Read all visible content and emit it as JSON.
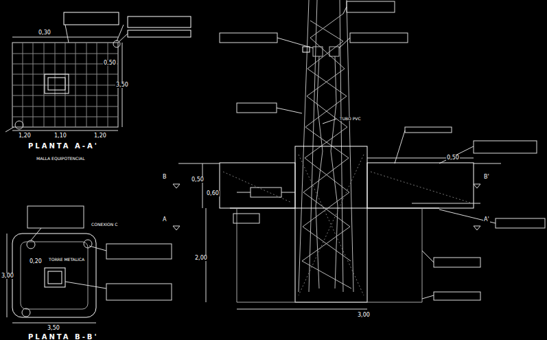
{
  "diagram": {
    "labels": [
      "0,30",
      "0,50",
      "3,50",
      "1,20",
      "1,10",
      "1,20",
      "PLANTA A-A'",
      "MALLA EQUIPOTENCIAL",
      "0,20",
      "TORRE METALICA",
      "CONEXION C",
      "3,50",
      "PLANTA B-B'",
      "3,00",
      "B",
      "B'",
      "A",
      "A'",
      "0,50",
      "0,60",
      "2,00",
      "3,00",
      "0,50",
      "TUBO PVC"
    ]
  }
}
